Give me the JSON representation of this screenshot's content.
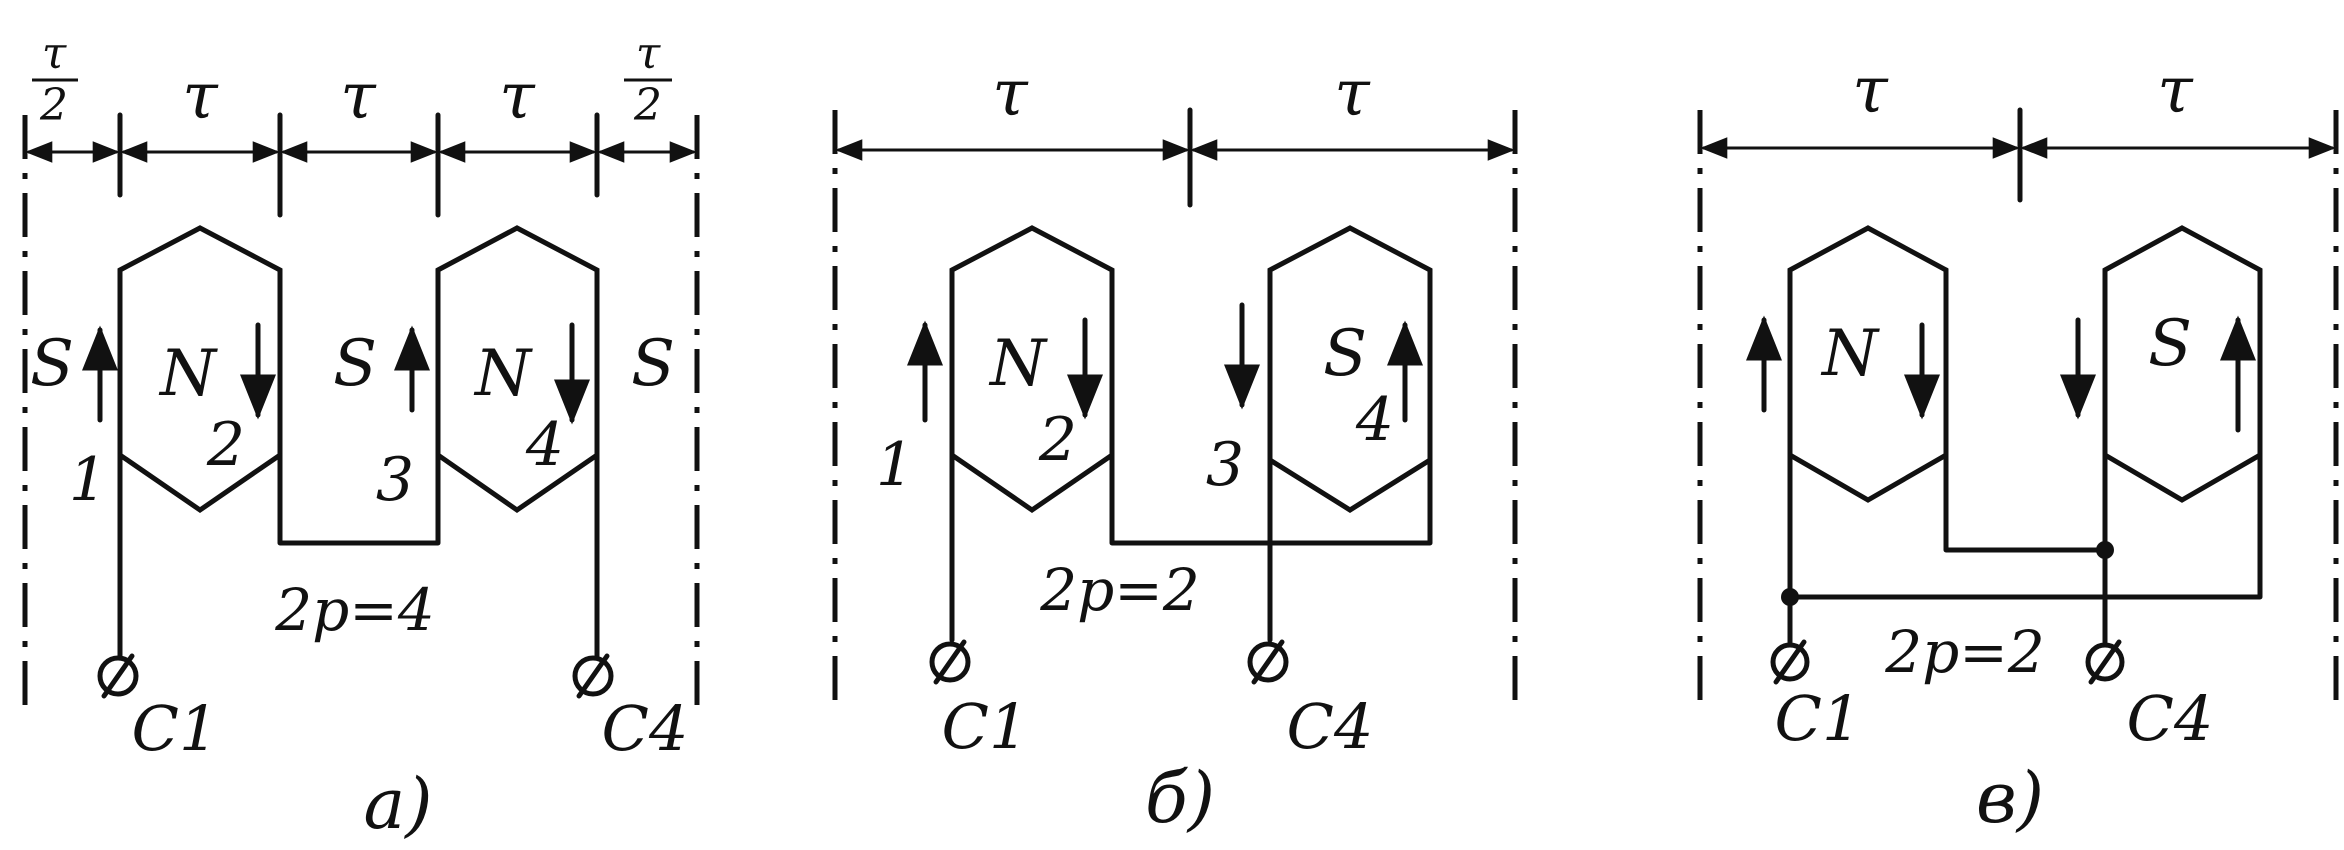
{
  "tau": "τ",
  "half_tau": {
    "numerator": "τ",
    "denominator": "2"
  },
  "panels": {
    "a": {
      "caption": "а)",
      "pole_pairs": "2p=4",
      "poles": [
        "S",
        "N",
        "S",
        "N",
        "S"
      ],
      "coil_sides": [
        "1",
        "2",
        "3",
        "4"
      ],
      "terminals": [
        "C1",
        "C4"
      ]
    },
    "b": {
      "caption": "б)",
      "pole_pairs": "2p=2",
      "poles": [
        "N",
        "S"
      ],
      "coil_sides": [
        "1",
        "2",
        "3",
        "4"
      ],
      "terminals": [
        "C1",
        "C4"
      ]
    },
    "v": {
      "caption": "в)",
      "pole_pairs": "2p=2",
      "poles": [
        "N",
        "S"
      ],
      "terminals": [
        "C1",
        "C4"
      ]
    }
  },
  "colors": {
    "ink": "#111111",
    "paper": "#ffffff"
  }
}
